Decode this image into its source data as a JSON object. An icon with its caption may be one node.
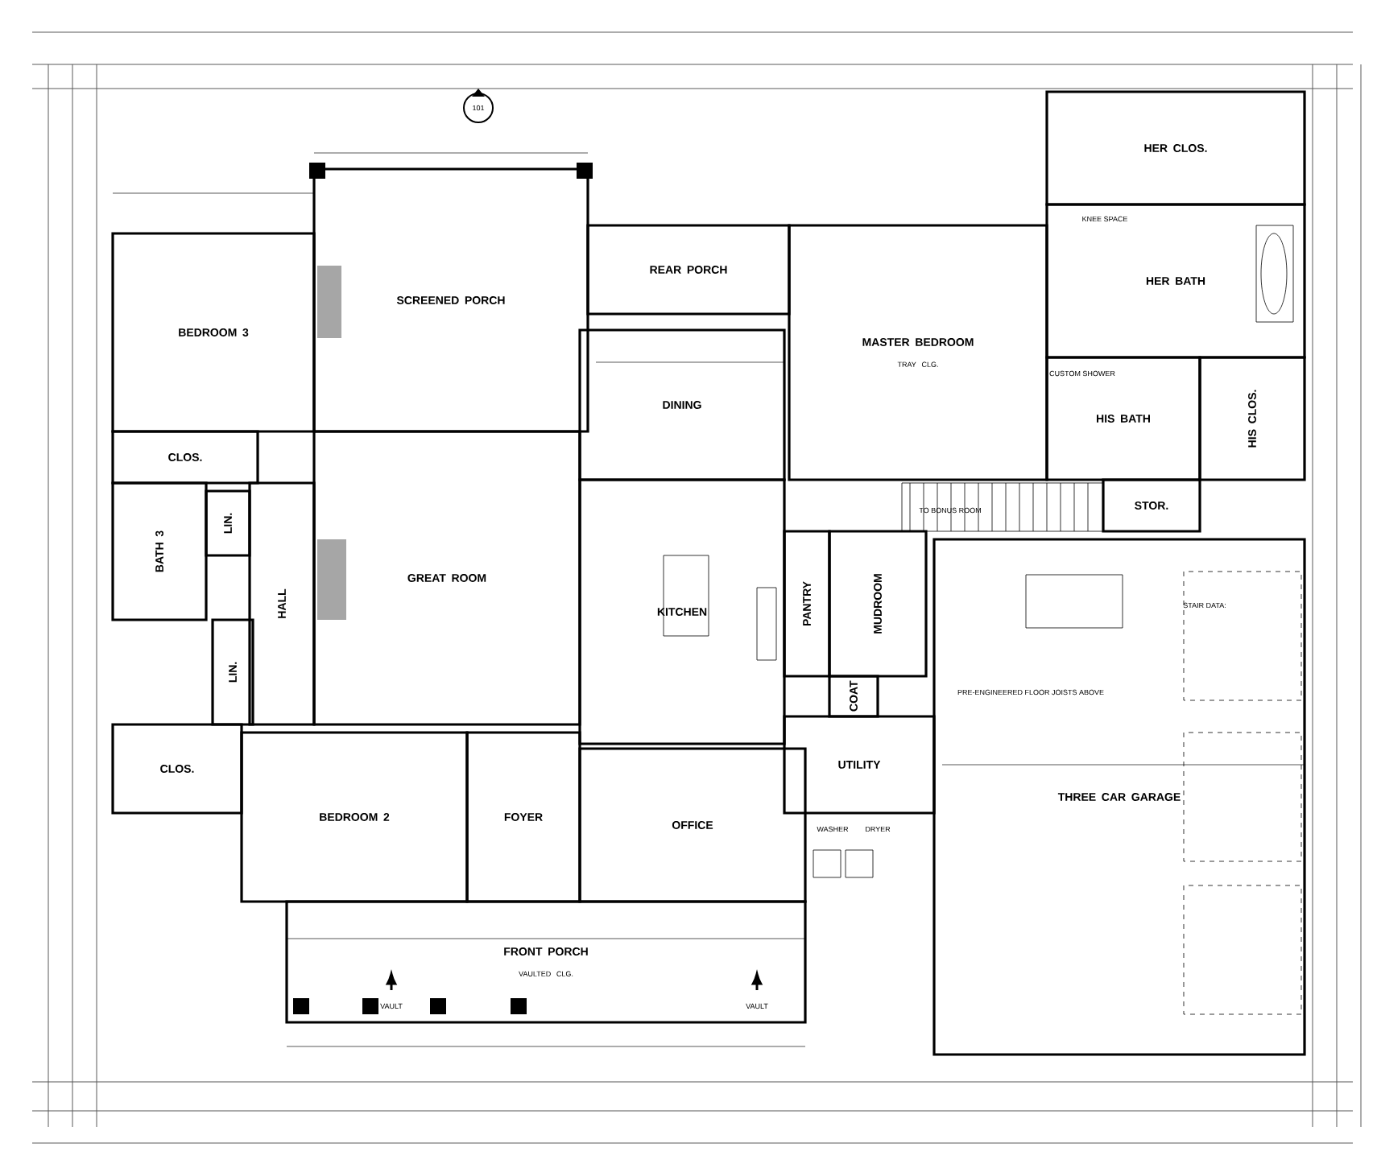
{
  "diagram": {
    "nodes": [
      {
        "text": [
          "SCREENED PORCH"
        ]
      },
      {
        "text": [
          "REAR PORCH"
        ]
      },
      {
        "text": [
          "MASTER BEDROOM",
          "TRAY CLG."
        ]
      },
      {
        "text": [
          "HER CLOS."
        ]
      },
      {
        "text": [
          "HER BATH"
        ]
      },
      {
        "text": [
          "BEDROOM 3"
        ]
      },
      {
        "text": [
          "DINING"
        ]
      },
      {
        "text": [
          "HIS BATH"
        ]
      },
      {
        "text": [
          "HIS CLOS."
        ]
      },
      {
        "text": [
          "CLOS."
        ]
      },
      {
        "text": [
          "BATH 3"
        ]
      },
      {
        "text": [
          "LIN."
        ]
      },
      {
        "text": [
          "GREAT ROOM"
        ]
      },
      {
        "text": [
          "STOR."
        ]
      },
      {
        "text": [
          "PANTRY"
        ]
      },
      {
        "text": [
          "MUDROOM"
        ]
      },
      {
        "text": [
          "COAT"
        ]
      },
      {
        "text": [
          "HALL"
        ]
      },
      {
        "text": [
          "LIN."
        ]
      },
      {
        "text": [
          "KITCHEN"
        ]
      },
      {
        "text": [
          "THREE CAR GARAGE"
        ]
      },
      {
        "text": [
          "UTILITY"
        ]
      },
      {
        "text": [
          "CLOS."
        ]
      },
      {
        "text": [
          "BEDROOM 2"
        ]
      },
      {
        "text": [
          "FOYER"
        ]
      },
      {
        "text": [
          "OFFICE"
        ]
      },
      {
        "text": [
          "FRONT PORCH",
          "VAULTED CLG."
        ]
      }
    ],
    "labels": [
      "101",
      "STAIR DATA:",
      "TO BONUS ROOM",
      "CUSTOM SHOWER",
      "KNEE SPACE",
      "WASHER",
      "DRYER",
      "PRE-ENGINEERED FLOOR JOISTS ABOVE",
      "VAULT",
      "VAULT"
    ]
  }
}
